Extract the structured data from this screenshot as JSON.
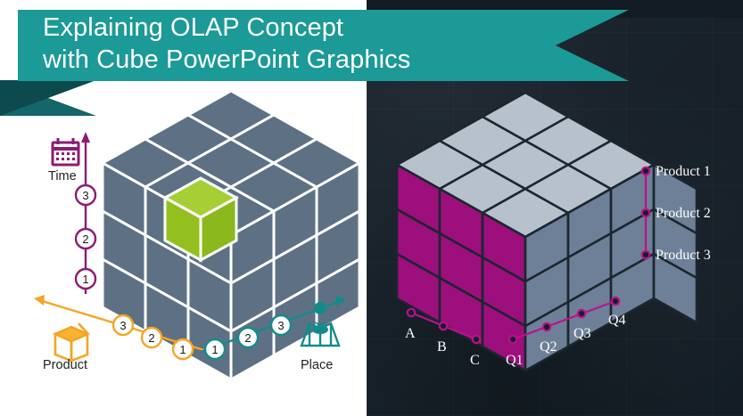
{
  "header": {
    "title": "Explaining OLAP Concept\nwith Cube PowerPoint Graphics",
    "ribbon_color": "#1b9a97",
    "ribbon_shadow_color": "#0c4a4e"
  },
  "left_panel": {
    "background": "#ffffff",
    "cube": {
      "name": "olap-cube-3x3x3",
      "dimensions": "3 x 3 x 3",
      "face_top_color": "#5e7184",
      "face_left_color": "#5e7184",
      "face_right_color": "#5e7184",
      "highlight_cell_color": "#93c01f",
      "highlight_cell_top_color": "#a5cf34",
      "highlight_label": "selected-cell"
    },
    "axes": [
      {
        "id": "time",
        "label": "Time",
        "color": "#8e1a73",
        "icon": "calendar-icon",
        "direction": "vertical-up",
        "ticks": [
          "3",
          "2",
          "1"
        ]
      },
      {
        "id": "product",
        "label": "Product",
        "color": "#f5a623",
        "icon": "box-icon",
        "direction": "diagonal-up-left",
        "ticks": [
          "3",
          "2",
          "1"
        ]
      },
      {
        "id": "place",
        "label": "Place",
        "color": "#148b8b",
        "icon": "map-pin-icon",
        "direction": "diagonal-up-right",
        "ticks": [
          "1",
          "2",
          "3"
        ]
      }
    ]
  },
  "right_panel": {
    "background": "#151f28",
    "cube": {
      "name": "olap-cube-highlighted-slice",
      "dimensions": "3 rows x 3 cols front x 4 cols side",
      "face_top_color": "#b6c1cb",
      "face_right_color": "#6e8097",
      "face_left_gray_color": "#8fa0b0",
      "highlight_slice_color": "#9c0f7c",
      "highlight_slice_top_color": "#b1128c",
      "edge_color": "#1c2630"
    },
    "connectors": {
      "color": "#b8128e",
      "node_fill": "#151f28"
    },
    "product_labels": [
      "Product 1",
      "Product 2",
      "Product 3"
    ],
    "front_labels": [
      "A",
      "B",
      "C"
    ],
    "quarter_labels": [
      "Q1",
      "Q2",
      "Q3",
      "Q4"
    ]
  }
}
